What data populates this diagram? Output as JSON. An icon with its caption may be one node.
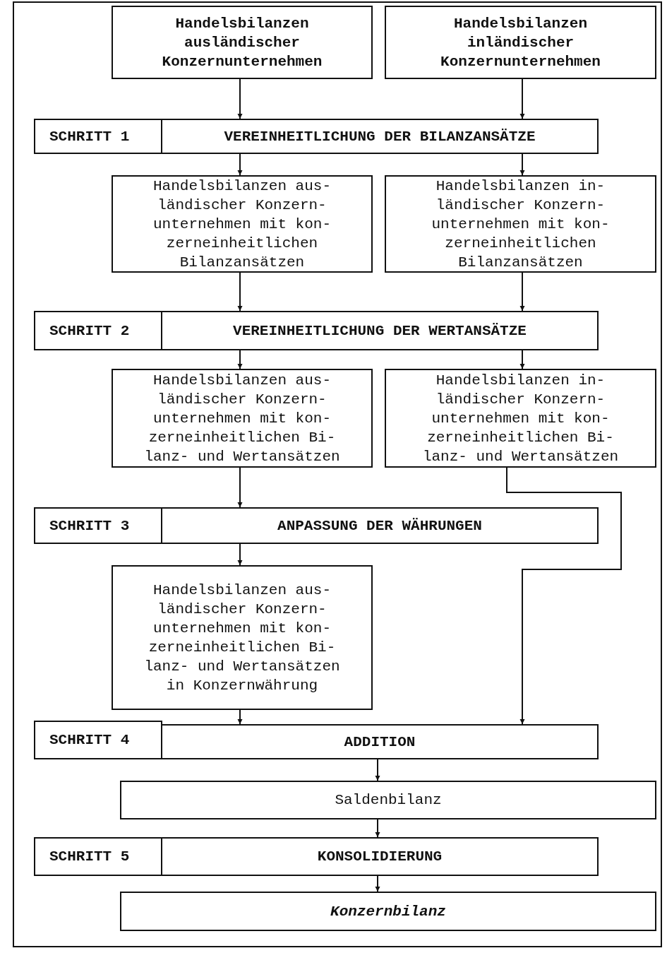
{
  "diagram": {
    "nodes": [
      {
        "text": [
          "Handelsbilanzen ausländischer Konzernunternehmen"
        ]
      },
      {
        "text": [
          "Handelsbilanzen inländischer Konzernunternehmen"
        ]
      },
      {
        "text": [
          "SCHRITT 1"
        ]
      },
      {
        "text": [
          "VEREINHEITLICHUNG DER BILANZANSÄTZE"
        ]
      },
      {
        "text": [
          "Handelsbilanzen aus- ländischer Konzern- unternehmen mit kon- zerneinheitlichen Bilanzansätzen"
        ]
      },
      {
        "text": [
          "Handelsbilanzen in- ländischer Konzern- unternehmen mit kon- zerneinheitlichen Bilanzansätzen"
        ]
      },
      {
        "text": [
          "SCHRITT 2"
        ]
      },
      {
        "text": [
          "VEREINHEITLICHUNG DER WERTANSÄTZE"
        ]
      },
      {
        "text": [
          "Handelsbilanzen aus- ländischer Konzern- unternehmen mit kon- zerneinheitlichen Bi- lanz- und Wertansätzen"
        ]
      },
      {
        "text": [
          "Handelsbilanzen in- ländischer Konzern- unternehmen mit kon- zerneinheitlichen Bi- lanz- und Wertansätzen"
        ]
      },
      {
        "text": [
          "SCHRITT 3"
        ]
      },
      {
        "text": [
          "ANPASSUNG DER WÄHRUNGEN"
        ]
      },
      {
        "text": [
          "Handelsbilanzen aus- ländischer Konzern- unternehmen mit kon- zerneinheitlichen Bi- lanz- und Wertansätzen in Konzernwährung"
        ]
      },
      {
        "text": [
          "SCHRITT 4"
        ]
      },
      {
        "text": [
          "ADDITION"
        ]
      },
      {
        "text": [
          "Saldenbilanz"
        ]
      },
      {
        "text": [
          "SCHRITT 5"
        ]
      },
      {
        "text": [
          "KONSOLIDIERUNG"
        ]
      },
      {
        "text": [
          "Konzernbilanz"
        ]
      }
    ],
    "edges": [
      {
        "from": 0,
        "to": 3,
        "arrow": "to"
      },
      {
        "from": 1,
        "to": 3,
        "arrow": "to"
      },
      {
        "from": 3,
        "to": 4,
        "arrow": "to"
      },
      {
        "from": 3,
        "to": 5,
        "arrow": "to"
      },
      {
        "from": 4,
        "to": 7,
        "arrow": "to"
      },
      {
        "from": 5,
        "to": 7,
        "arrow": "to"
      },
      {
        "from": 7,
        "to": 8,
        "arrow": "to"
      },
      {
        "from": 7,
        "to": 9,
        "arrow": "to"
      },
      {
        "from": 8,
        "to": 11,
        "arrow": "to"
      },
      {
        "from": 9,
        "to": 14,
        "arrow": "to"
      },
      {
        "from": 11,
        "to": 12,
        "arrow": "to"
      },
      {
        "from": 12,
        "to": 14,
        "arrow": "to"
      },
      {
        "from": 14,
        "to": 15,
        "arrow": "to"
      },
      {
        "from": 15,
        "to": 17,
        "arrow": "to"
      },
      {
        "from": 17,
        "to": 18,
        "arrow": "to"
      }
    ]
  }
}
